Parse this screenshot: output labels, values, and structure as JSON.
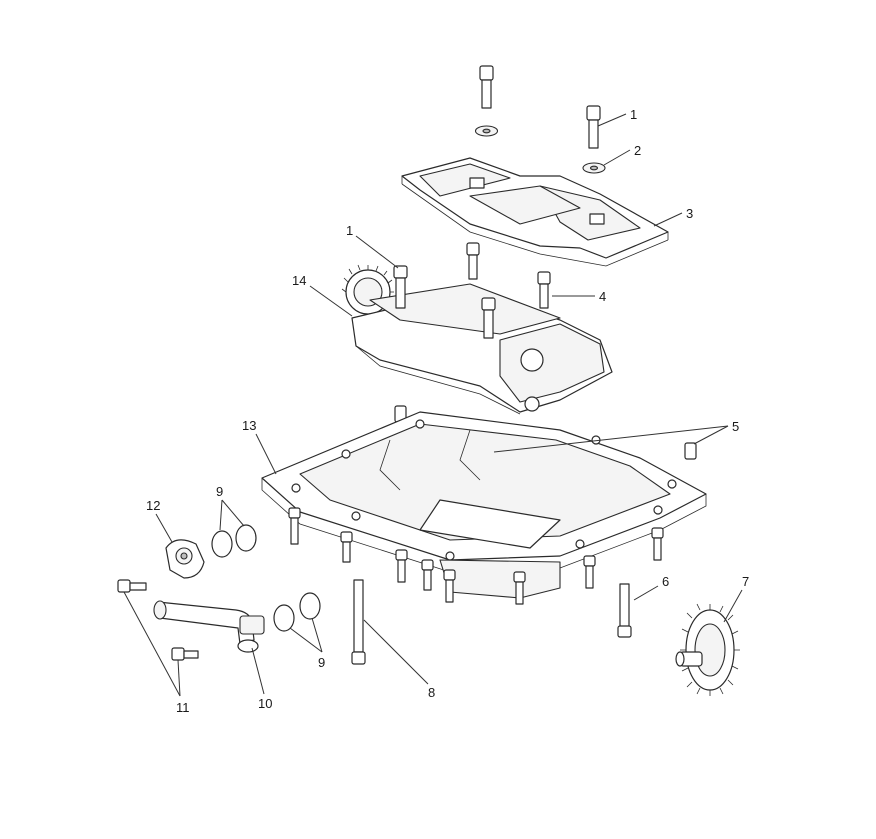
{
  "callouts": {
    "c1a": "1",
    "c1b": "1",
    "c2": "2",
    "c3": "3",
    "c4": "4",
    "c5": "5",
    "c6": "6",
    "c7": "7",
    "c8": "8",
    "c9a": "9",
    "c9b": "9",
    "c10": "10",
    "c11": "11",
    "c12": "12",
    "c13": "13",
    "c14": "14"
  },
  "colors": {
    "line": "#2b2b2b",
    "background": "#ffffff",
    "shade": "#bdbdbd"
  }
}
